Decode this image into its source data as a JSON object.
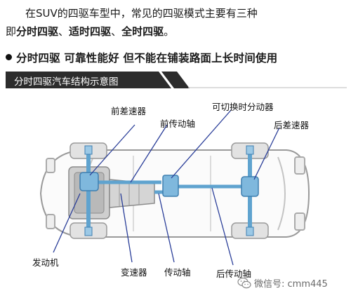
{
  "intro": {
    "line1": "在SUV的四驱车型中，常见的四驱模式主要有三种",
    "line2_prefix": "即",
    "mode1": "分时四驱",
    "sep1": "、",
    "mode2": "适时四驱",
    "sep2": "、",
    "mode3": "全时四驱",
    "line2_suffix": "。"
  },
  "bullet": {
    "text": "分时四驱 可靠性能好 但不能在铺装路面上长时间使用"
  },
  "banner": {
    "title": "分时四驱汽车结构示意图"
  },
  "labels": {
    "front_diff": "前差速器",
    "front_shaft": "前传动轴",
    "transfer_case": "可切换时分动器",
    "rear_diff": "后差速器",
    "engine": "发动机",
    "gearbox": "变速器",
    "drive_shaft": "传动轴",
    "rear_shaft": "后传动轴"
  },
  "watermark": {
    "text": "微信号: cmm445",
    "icon": "wechat-icon"
  },
  "colors": {
    "banner": "#2c2c2c",
    "drivetrain": "#5fa3cf",
    "leader": "#2a3e99"
  }
}
